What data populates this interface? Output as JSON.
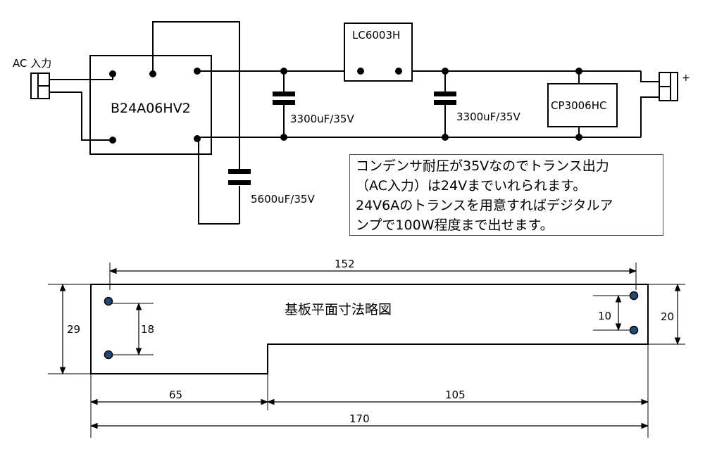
{
  "schematic": {
    "ac_input_label": "AC 入力",
    "rectifier_label": "B24A06HV2",
    "regulator_label": "LC6003H",
    "protector_label": "CP3006HC",
    "cap1_label": "3300uF/35V",
    "cap2_label": "3300uF/35V",
    "cap3_label": "5600uF/35V",
    "output_plus": "+"
  },
  "note": {
    "lines": [
      "コンデンサ耐圧が35Vなのでトランス出力",
      "（AC入力）は24Vまでいれられます。",
      "24V6Aのトランスを用意すればデジタルア",
      "ンプで100W程度まで出せます。"
    ]
  },
  "board": {
    "title": "基板平面寸法略図",
    "dims": {
      "hole_span": "152",
      "left_height": "29",
      "left_hole_pitch": "18",
      "right_hole_pitch": "10",
      "right_height": "20",
      "left_width": "65",
      "right_width": "105",
      "total_width": "170"
    }
  }
}
